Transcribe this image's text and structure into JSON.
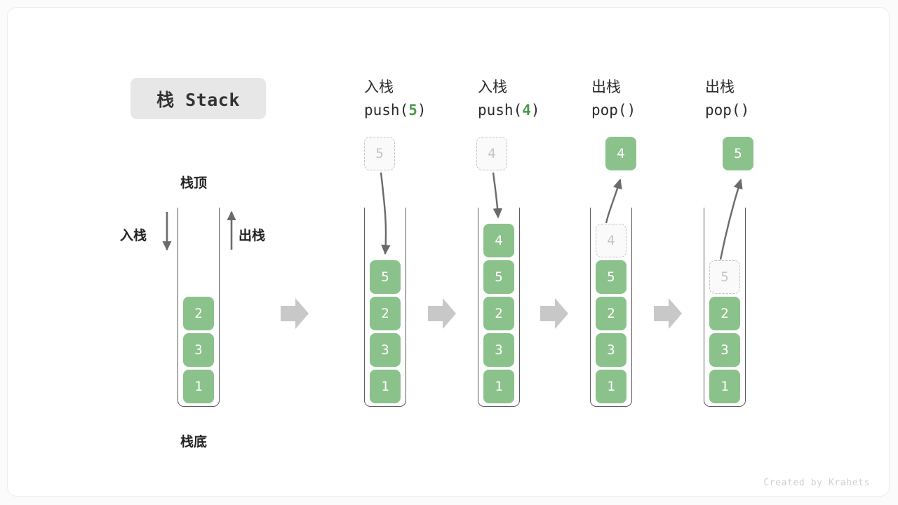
{
  "title": {
    "text": "栈 Stack"
  },
  "footer": {
    "text": "Created by Krahets"
  },
  "labels": {
    "top": "栈顶",
    "bottom": "栈底",
    "push_side": "入栈",
    "pop_side": "出栈"
  },
  "colors": {
    "cell_fill": "#8bc28b",
    "cell_text": "#ffffff",
    "ghost_border": "#c2c2c2",
    "ghost_text": "#c4c4c4",
    "frame_line": "#5c5c5c",
    "flow_arrow": "#c8c8c8",
    "accent_num": "#4a9a4a",
    "title_pill": "#e7e7e7"
  },
  "steps": [
    {
      "id": "initial",
      "op_cn": "",
      "op_code": "",
      "op_arg": "",
      "cells": [
        "2",
        "3",
        "1"
      ],
      "floating": null
    },
    {
      "id": "push-5",
      "op_cn": "入栈",
      "op_code_prefix": "push(",
      "op_arg": "5",
      "op_code_suffix": ")",
      "cells": [
        "5",
        "2",
        "3",
        "1"
      ],
      "floating": {
        "value": "5",
        "style": "ghost",
        "direction": "down"
      }
    },
    {
      "id": "push-4",
      "op_cn": "入栈",
      "op_code_prefix": "push(",
      "op_arg": "4",
      "op_code_suffix": ")",
      "cells": [
        "4",
        "5",
        "2",
        "3",
        "1"
      ],
      "floating": {
        "value": "4",
        "style": "ghost",
        "direction": "down"
      }
    },
    {
      "id": "pop-4",
      "op_cn": "出栈",
      "op_code_prefix": "pop(",
      "op_arg": "",
      "op_code_suffix": ")",
      "cells": [
        "4",
        "5",
        "2",
        "3",
        "1"
      ],
      "ghost_index": 0,
      "floating": {
        "value": "4",
        "style": "solid",
        "direction": "up"
      }
    },
    {
      "id": "pop-5",
      "op_cn": "出栈",
      "op_code_prefix": "pop(",
      "op_arg": "",
      "op_code_suffix": ")",
      "cells": [
        "5",
        "2",
        "3",
        "1"
      ],
      "ghost_index": 0,
      "floating": {
        "value": "5",
        "style": "solid",
        "direction": "up"
      }
    }
  ],
  "flow_arrows": 4
}
